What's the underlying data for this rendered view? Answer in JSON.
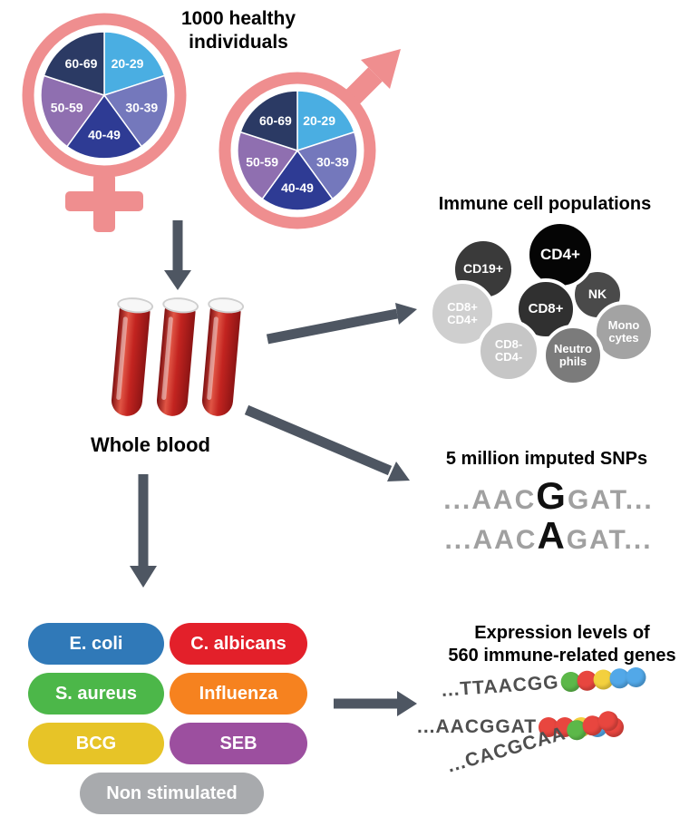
{
  "colors": {
    "arrow": "#4e5662",
    "gender_symbol": "#ef8e8f"
  },
  "header": {
    "title_line1": "1000 healthy",
    "title_line2": "individuals"
  },
  "demographics": {
    "age_groups": [
      {
        "label": "20-29",
        "color": "#4aaee2"
      },
      {
        "label": "30-39",
        "color": "#7478bc"
      },
      {
        "label": "40-49",
        "color": "#2e3b94"
      },
      {
        "label": "50-59",
        "color": "#8f6fb0"
      },
      {
        "label": "60-69",
        "color": "#2b3a64"
      }
    ]
  },
  "blood": {
    "label": "Whole blood"
  },
  "immune_cells": {
    "title": "Immune cell populations",
    "cells": [
      {
        "label": "CD19+",
        "color": "#3a3a3a",
        "text_color": "#ffffff"
      },
      {
        "label": "CD4+",
        "color": "#050505",
        "text_color": "#ffffff"
      },
      {
        "label": "NK",
        "color": "#4a4a4a",
        "text_color": "#ffffff"
      },
      {
        "label": "CD8+",
        "color": "#303030",
        "text_color": "#ffffff"
      },
      {
        "label": "CD8+\nCD4+",
        "color": "#cfcfcf",
        "text_color": "#ffffff"
      },
      {
        "label": "Mono\ncytes",
        "color": "#a3a3a3",
        "text_color": "#ffffff"
      },
      {
        "label": "CD8-\nCD4-",
        "color": "#c6c6c6",
        "text_color": "#ffffff"
      },
      {
        "label": "Neutro\nphils",
        "color": "#7b7b7b",
        "text_color": "#ffffff"
      }
    ]
  },
  "snps": {
    "title": "5 million imputed SNPs",
    "sequences": [
      {
        "prefix": "...AAC",
        "variant": "G",
        "suffix": "GAT..."
      },
      {
        "prefix": "...AAC",
        "variant": "A",
        "suffix": "GAT..."
      }
    ]
  },
  "stimuli": [
    {
      "label": "E. coli",
      "color": "#3079b8"
    },
    {
      "label": "C. albicans",
      "color": "#e3202a"
    },
    {
      "label": "S. aureus",
      "color": "#4cb749"
    },
    {
      "label": "Influenza",
      "color": "#f6821f"
    },
    {
      "label": "BCG",
      "color": "#e7c427"
    },
    {
      "label": "SEB",
      "color": "#9c4f9f"
    },
    {
      "label": "Non stimulated",
      "color": "#a8aaad"
    }
  ],
  "expression": {
    "title_line1": "Expression levels of",
    "title_line2": "560 immune-related genes",
    "dot_palette": {
      "green": "#5cb849",
      "red": "#e8463f",
      "yellow": "#f3d03e",
      "blue": "#52a8e8"
    },
    "reads": [
      {
        "sequence": "...TTAACGG",
        "dots": [
          "green",
          "red",
          "yellow",
          "blue",
          "blue"
        ]
      },
      {
        "sequence": "...AACGGAT",
        "dots": [
          "red",
          "red",
          "yellow",
          "blue",
          "red"
        ]
      },
      {
        "sequence": "...CACGCAA",
        "dots": [
          "green",
          "red",
          "red"
        ]
      }
    ]
  }
}
